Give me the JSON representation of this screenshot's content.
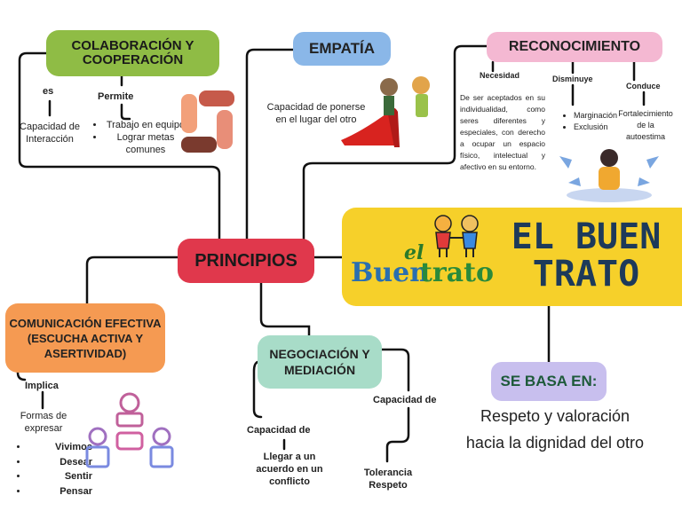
{
  "nodes": {
    "colaboracion": "COLABORACIÓN Y COOPERACIÓN",
    "empatia": "EMPATÍA",
    "reconocimiento": "RECONOCIMIENTO",
    "principios": "PRINCIPIOS",
    "comunicacion": "COMUNICACIÓN EFECTIVA (ESCUCHA ACTIVA Y ASERTIVIDAD)",
    "negociacion": "NEGOCIACIÓN Y MEDIACIÓN",
    "se_basa": "SE BASA EN:"
  },
  "colaboracion": {
    "es_label": "es",
    "es_text": "Capacidad de Interacción",
    "permite_label": "Permite",
    "permite_items": [
      "Trabajo en equipo",
      "Lograr metas comunes"
    ]
  },
  "empatia": {
    "text": "Capacidad de ponerse en el lugar del otro"
  },
  "reconocimiento": {
    "necesidad_label": "Necesidad",
    "necesidad_text": "De ser aceptados en su individualidad, como seres diferentes y especiales, con derecho a ocupar un espacio físico, intelectual y afectivo en su entorno.",
    "disminuye_label": "Disminuye",
    "disminuye_items": [
      "Marginación",
      "Exclusión"
    ],
    "conduce_label": "Conduce",
    "conduce_text": "Fortalecimiento de la autoestima"
  },
  "banner": {
    "logo_small": "el",
    "logo_main_a": "Buen",
    "logo_main_b": "trato",
    "title_line1": "EL BUEN",
    "title_line2": "TRATO"
  },
  "comunicacion": {
    "implica_label": "Implica",
    "formas": "Formas de expresar",
    "items": [
      "Vivimos",
      "Desear",
      "Sentir",
      "Pensar"
    ]
  },
  "negociacion": {
    "left_label": "Capacidad de",
    "left_text": "Llegar a un acuerdo en un conflicto",
    "right_label": "Capacidad de",
    "right_text": "Tolerancia Respeto"
  },
  "se_basa": {
    "text": "Respeto y valoración hacia la dignidad del otro"
  },
  "colors": {
    "green": "#8fbc45",
    "blue": "#8ab7e8",
    "pink": "#f4b8d2",
    "red": "#e0384c",
    "orange": "#f59a52",
    "mint": "#a8dcc8",
    "lavender": "#c8bfee",
    "yellow": "#f6d02a"
  }
}
